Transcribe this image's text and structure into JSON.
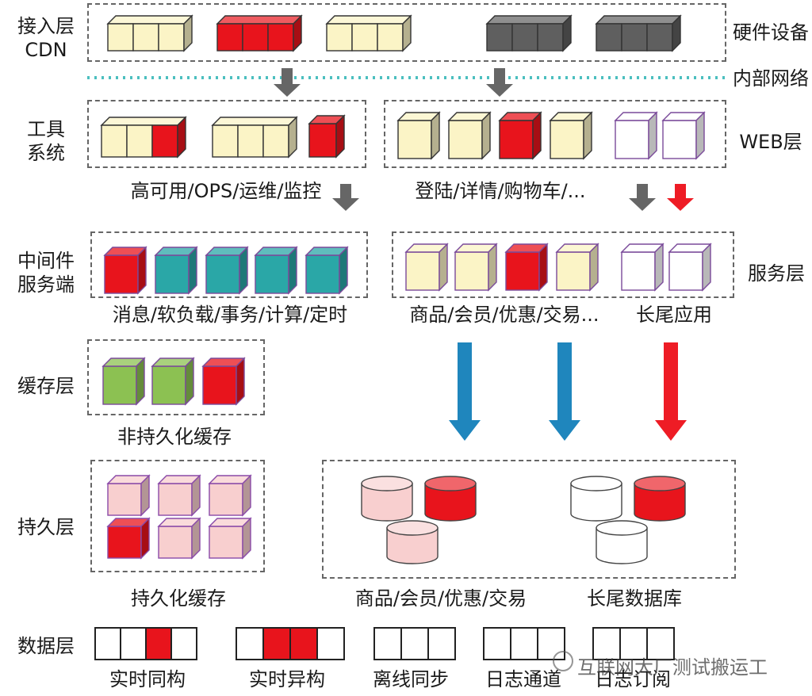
{
  "colors": {
    "cream": "#fbf4c6",
    "red": "#e8141c",
    "gray": "#5f5f5f",
    "white": "#ffffff",
    "teal": "#2aa7a7",
    "green": "#8cc152",
    "pink": "#f8cfcf",
    "blue_arrow": "#1f86bd",
    "red_arrow": "#ee1c25",
    "gray_arrow": "#666666",
    "dotted_line": "#4bbfbf"
  },
  "layers": {
    "access": {
      "label_line1": "接入层",
      "label_line2": "CDN",
      "right": "硬件设备"
    },
    "network": {
      "right": "内部网络"
    },
    "tools": {
      "label_line1": "工具",
      "label_line2": "系统",
      "caption": "高可用/OPS/运维/监控"
    },
    "web": {
      "right": "WEB层",
      "caption": "登陆/详情/购物车/..."
    },
    "middleware": {
      "label_line1": "中间件",
      "label_line2": "服务端",
      "caption": "消息/软负载/事务/计算/定时"
    },
    "service": {
      "right": "服务层",
      "caption_main": "商品/会员/优惠/交易...",
      "caption_tail": "长尾应用"
    },
    "cache": {
      "label": "缓存层",
      "caption": "非持久化缓存"
    },
    "persist": {
      "label": "持久层",
      "caption": "持久化缓存",
      "db_caption_main": "商品/会员/优惠/交易",
      "db_caption_tail": "长尾数据库"
    },
    "data": {
      "label": "数据层",
      "items": [
        "实时同构",
        "实时异构",
        "离线同步",
        "日志通道",
        "日志订阅"
      ]
    }
  },
  "watermark": "互联网大厂测试搬运工"
}
